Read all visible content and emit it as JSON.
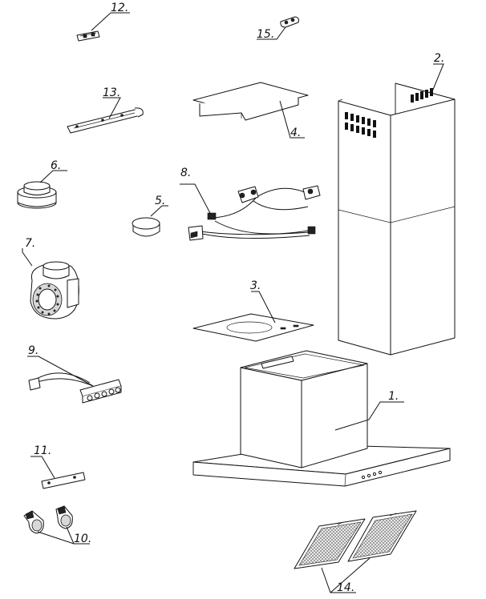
{
  "diagram": {
    "labels": {
      "p1": "1.",
      "p2": "2.",
      "p3": "3.",
      "p4": "4.",
      "p5": "5.",
      "p6": "6.",
      "p7": "7.",
      "p8": "8.",
      "p9": "9.",
      "p10": "10.",
      "p11": "11.",
      "p12": "12.",
      "p13": "13.",
      "p14": "14.",
      "p15": "15."
    }
  }
}
